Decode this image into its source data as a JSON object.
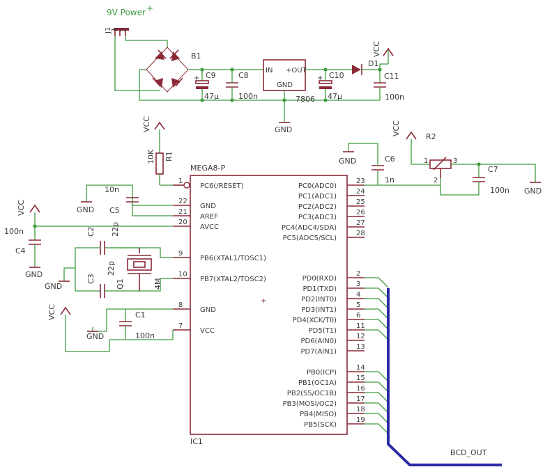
{
  "power": {
    "title": "9V Power",
    "plus": "+",
    "connector": "J1",
    "pin1": "1",
    "pin2": "2"
  },
  "bridge": {
    "name": "B1"
  },
  "caps": {
    "c9": {
      "name": "C9",
      "value": "47µ"
    },
    "c8": {
      "name": "C8",
      "value": "100n"
    },
    "c10": {
      "name": "C10",
      "value": "47µ"
    },
    "c11": {
      "name": "C11",
      "value": "100n"
    },
    "c6": {
      "name": "C6",
      "value": "1n"
    },
    "c7": {
      "name": "C7",
      "value": "100n"
    },
    "c5": {
      "name": "C5",
      "value": "10n"
    },
    "c4": {
      "name": "C4",
      "value": "100n"
    },
    "c2": {
      "name": "C2",
      "value": "22p"
    },
    "c3": {
      "name": "C3",
      "value": "22p"
    },
    "c1": {
      "name": "C1",
      "value": "100n"
    }
  },
  "regulator": {
    "name": "7806",
    "in": "IN",
    "out": "+OUT",
    "gnd": "GND"
  },
  "diode": {
    "name": "D1"
  },
  "r1": {
    "name": "R1",
    "value": "10K"
  },
  "r2": {
    "name": "R2"
  },
  "crystal": {
    "name": "Q1",
    "value": "4M"
  },
  "nets": {
    "vcc": "VCC",
    "gnd": "GND",
    "bus": "BCD_OUT"
  },
  "mcu": {
    "name": "IC1",
    "value": "MEGA8-P",
    "left_pins": [
      {
        "num": "1",
        "label": "PC6(/RESET)"
      },
      {
        "num": "22",
        "label": "GND"
      },
      {
        "num": "21",
        "label": "AREF"
      },
      {
        "num": "20",
        "label": "AVCC"
      },
      {
        "num": "9",
        "label": "PB6(XTAL1/TOSC1)"
      },
      {
        "num": "10",
        "label": "PB7(XTAL2/TOSC2)"
      },
      {
        "num": "8",
        "label": "GND"
      },
      {
        "num": "7",
        "label": "VCC"
      }
    ],
    "right_pins": [
      {
        "num": "23",
        "label": "PC0(ADC0)"
      },
      {
        "num": "24",
        "label": "PC1(ADC1)"
      },
      {
        "num": "25",
        "label": "PC2(ADC2)"
      },
      {
        "num": "26",
        "label": "PC3(ADC3)"
      },
      {
        "num": "27",
        "label": "PC4(ADC4/SDA)"
      },
      {
        "num": "28",
        "label": "PC5(ADC5/SCL)"
      },
      {
        "num": "2",
        "label": "PD0(RXD)"
      },
      {
        "num": "3",
        "label": "PD1(TXD)"
      },
      {
        "num": "4",
        "label": "PD2(INT0)"
      },
      {
        "num": "5",
        "label": "PD3(INT1)"
      },
      {
        "num": "6",
        "label": "PD4(XCK/T0)"
      },
      {
        "num": "11",
        "label": "PD5(T1)"
      },
      {
        "num": "12",
        "label": "PD6(AIN0)"
      },
      {
        "num": "13",
        "label": "PD7(AIN1)"
      },
      {
        "num": "14",
        "label": "PB0(ICP)"
      },
      {
        "num": "15",
        "label": "PB1(OC1A)"
      },
      {
        "num": "16",
        "label": "PB2(SS/OC1B)"
      },
      {
        "num": "17",
        "label": "PB3(MOSI/OC2)"
      },
      {
        "num": "18",
        "label": "PB4(MISO)"
      },
      {
        "num": "19",
        "label": "PB5(SCK)"
      }
    ]
  }
}
